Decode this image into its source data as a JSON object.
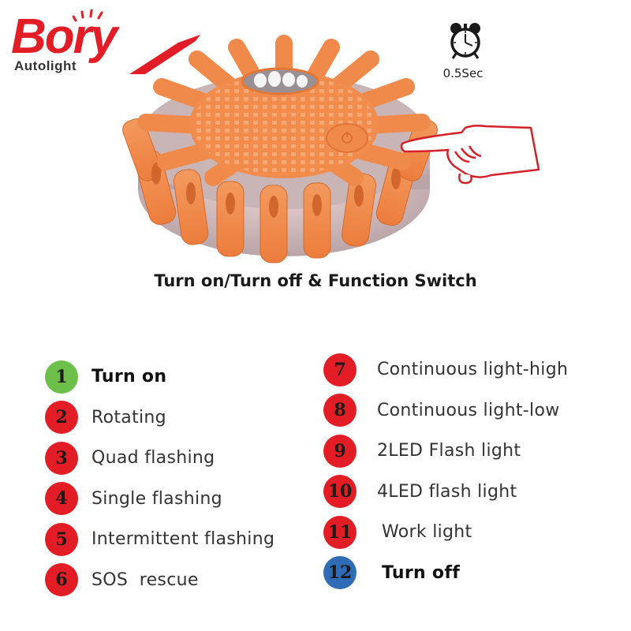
{
  "brand": {
    "name": "Bory",
    "tagline": "Autolight",
    "color": "#e31d25"
  },
  "timer": {
    "icon": "alarm-clock-icon",
    "label": "0.5Sec"
  },
  "product": {
    "image": "led-road-flare-device",
    "body_color": "#f08a4b",
    "pointer_icon": "pointing-hand-icon",
    "pointer_color": "#d42027"
  },
  "title": "Turn on/Turn off & Function Switch",
  "colors": {
    "green": "#6cc04a",
    "red": "#e31d25",
    "blue": "#2f6cb5"
  },
  "functions_left": [
    {
      "num": "1",
      "label": "Turn on",
      "color": "#6cc04a",
      "bold": true
    },
    {
      "num": "2",
      "label": "Rotating",
      "color": "#e31d25",
      "bold": false
    },
    {
      "num": "3",
      "label": "Quad flashing",
      "color": "#e31d25",
      "bold": false
    },
    {
      "num": "4",
      "label": "Single flashing",
      "color": "#e31d25",
      "bold": false
    },
    {
      "num": "5",
      "label": "Intermittent flashing",
      "color": "#e31d25",
      "bold": false
    },
    {
      "num": "6",
      "label": "SOS  rescue",
      "color": "#e31d25",
      "bold": false
    }
  ],
  "functions_right": [
    {
      "num": "7",
      "label": "Continuous light-high",
      "color": "#e31d25",
      "bold": false
    },
    {
      "num": "8",
      "label": "Continuous light-low",
      "color": "#e31d25",
      "bold": false
    },
    {
      "num": "9",
      "label": "2LED Flash light",
      "color": "#e31d25",
      "bold": false
    },
    {
      "num": "10",
      "label": "4LED flash light",
      "color": "#e31d25",
      "bold": false
    },
    {
      "num": "11",
      "label": "Work light",
      "color": "#e31d25",
      "bold": false
    },
    {
      "num": "12",
      "label": "Turn off",
      "color": "#2f6cb5",
      "bold": true
    }
  ]
}
